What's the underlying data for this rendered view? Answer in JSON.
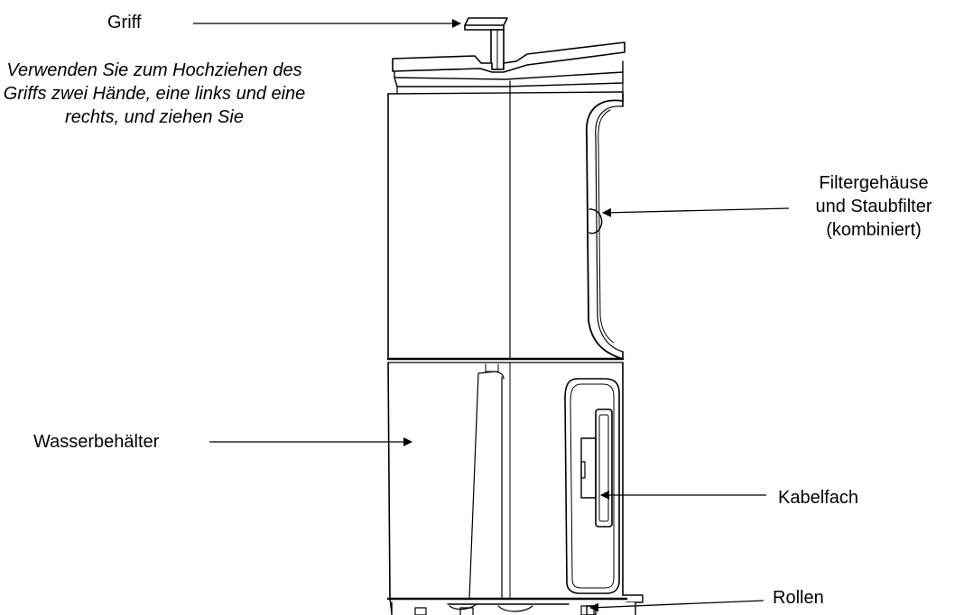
{
  "labels": {
    "griff": "Griff",
    "griff_note": "Verwenden Sie zum Hochziehen des Griffs zwei Hände, eine links und eine rechts, und ziehen Sie",
    "filter_line1": "Filtergehäuse",
    "filter_line2": "und Staubfilter",
    "filter_line3": "(kombiniert)",
    "wasser": "Wasserbehälter",
    "kabel": "Kabelfach",
    "rollen": "Rollen"
  }
}
